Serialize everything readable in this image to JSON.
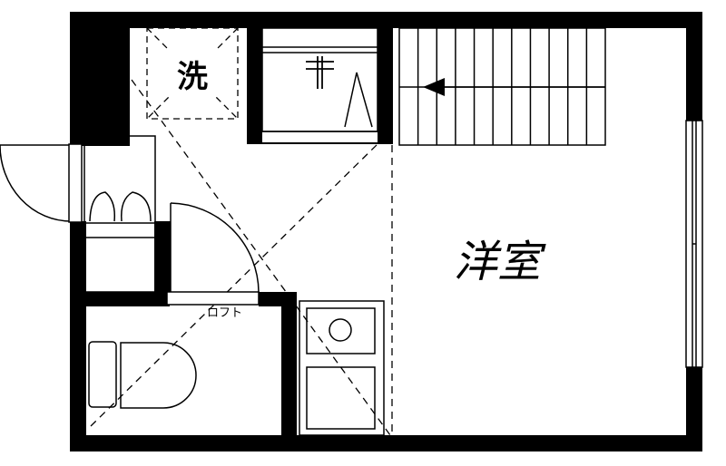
{
  "labels": {
    "washer": "洗",
    "western_room": "洋室",
    "loft": "ロフト"
  },
  "colors": {
    "wall": "#000000",
    "line": "#000000",
    "background": "#ffffff"
  },
  "icons": [
    "entrance-door-swing-icon",
    "shoe-cabinet-icon",
    "washer-space-icon",
    "washbasin-icon",
    "faucet-icon",
    "staircase-icon",
    "arrow-left-icon",
    "interior-door-swing-icon",
    "kitchen-stove-icon",
    "kitchen-sink-icon",
    "toilet-icon",
    "window-icon"
  ]
}
